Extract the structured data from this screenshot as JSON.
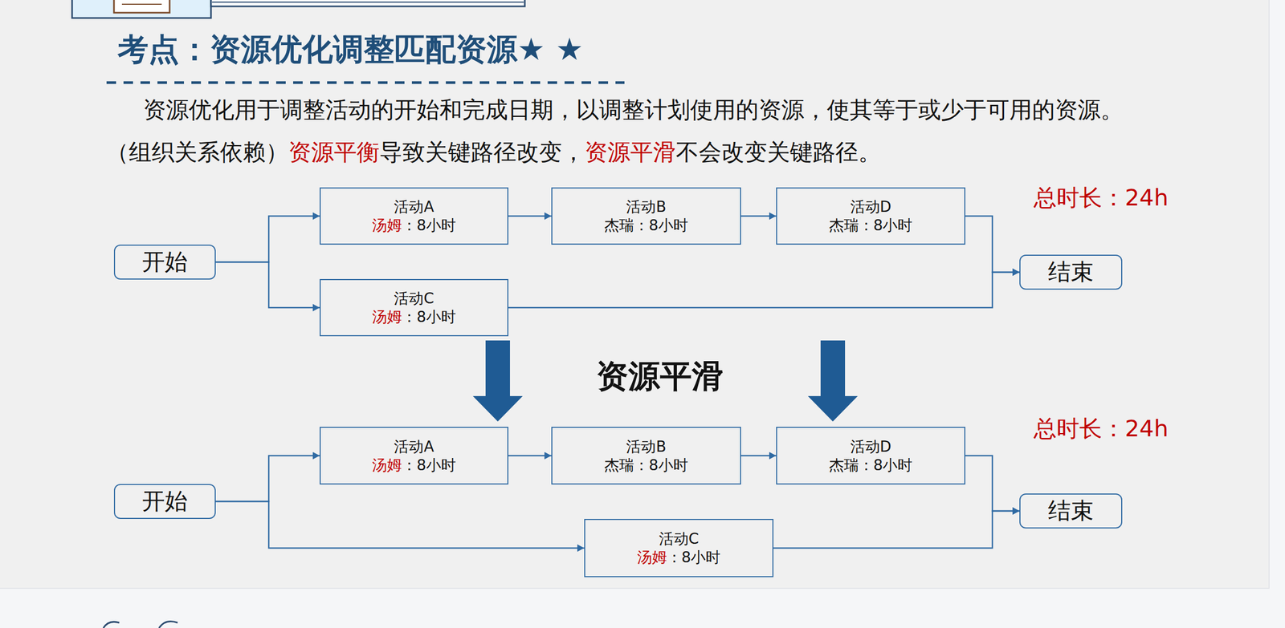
{
  "diagram": {
    "title": "考点：资源优化调整匹配资源★ ★",
    "nodes": [
      {
        "text": [
          "开始"
        ]
      },
      {
        "text": [
          "活动A",
          "汤姆",
          "：8小时"
        ]
      },
      {
        "text": [
          "活动B",
          "杰瑞：8小时"
        ]
      },
      {
        "text": [
          "活动D",
          "杰瑞：8小时"
        ]
      },
      {
        "text": [
          "结束"
        ]
      },
      {
        "text": [
          "活动C",
          "汤姆",
          "：8小时"
        ]
      },
      {
        "text": [
          "开始"
        ]
      },
      {
        "text": [
          "活动A",
          "汤姆",
          "：8小时"
        ]
      },
      {
        "text": [
          "活动B",
          "杰瑞：8小时"
        ]
      },
      {
        "text": [
          "活动D",
          "杰瑞：8小时"
        ]
      },
      {
        "text": [
          "结束"
        ]
      },
      {
        "text": [
          "活动C",
          "汤姆",
          "：8小时"
        ]
      }
    ],
    "edges": [
      {
        "from": 0,
        "to": 1,
        "arrow": "to"
      },
      {
        "from": 0,
        "to": 5,
        "arrow": "to"
      },
      {
        "from": 1,
        "to": 2,
        "arrow": "to"
      },
      {
        "from": 2,
        "to": 3,
        "arrow": "to"
      },
      {
        "from": 3,
        "to": 4,
        "arrow": "to"
      },
      {
        "from": 5,
        "to": 4,
        "arrow": "to"
      },
      {
        "from": 6,
        "to": 7,
        "arrow": "to"
      },
      {
        "from": 6,
        "to": 11,
        "arrow": "to"
      },
      {
        "from": 7,
        "to": 8,
        "arrow": "to"
      },
      {
        "from": 8,
        "to": 9,
        "arrow": "to"
      },
      {
        "from": 9,
        "to": 10,
        "arrow": "to"
      },
      {
        "from": 11,
        "to": 10,
        "arrow": "to"
      }
    ],
    "labels": [
      "资源优化用于调整活动的开始和完成日期，以调整计划使用的资源，使其等于或少于可用的资源。",
      "（组织关系依赖）",
      "资源平衡",
      "导致关键路径改变，",
      "资源平滑",
      "不会改变关键路径。",
      "资源平滑",
      "总时长：24h",
      "总时长：24h"
    ]
  }
}
